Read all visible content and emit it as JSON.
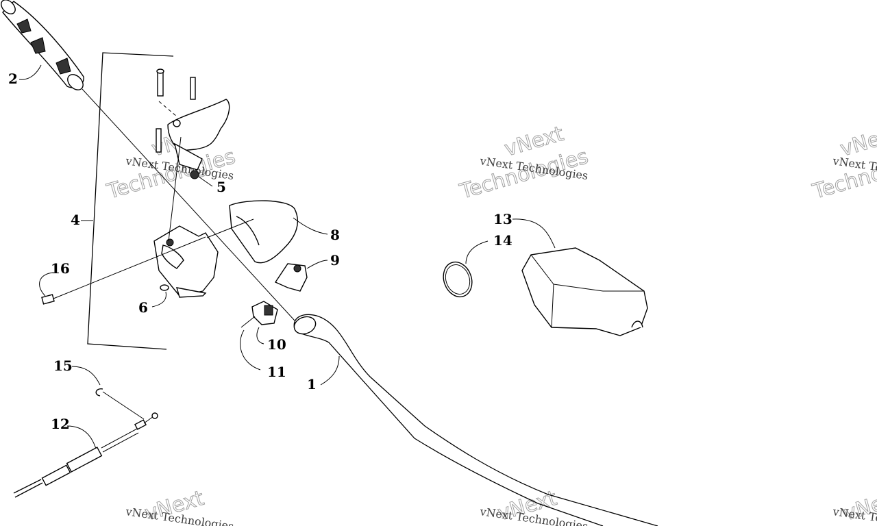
{
  "callouts": {
    "c1": "1",
    "c2": "2",
    "c4": "4",
    "c5": "5",
    "c6": "6",
    "c8": "8",
    "c9": "9",
    "c10": "10",
    "c11": "11",
    "c12": "12",
    "c13": "13",
    "c14": "14",
    "c15": "15",
    "c16": "16"
  },
  "watermark": {
    "line1": "vNext Technologies",
    "line2": "vNext",
    "line3": "Technologies"
  }
}
